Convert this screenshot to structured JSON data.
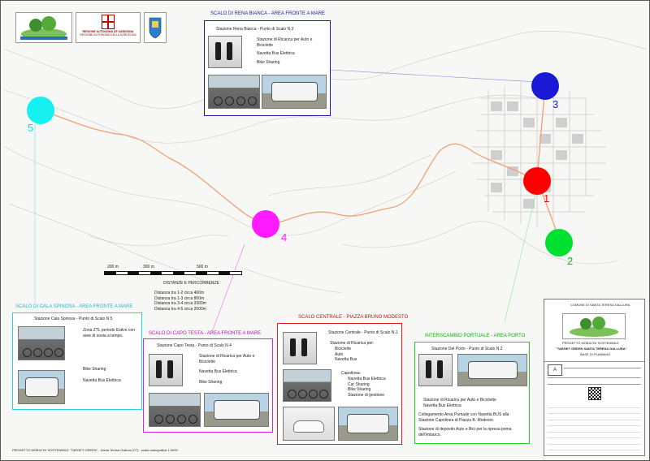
{
  "header_logos": {
    "region_name": "REGIONE AUTONOMA DE SARDIGNA",
    "region_name_it": "REGIONE AUTONOMA DELLA SARDEGNA"
  },
  "stops": [
    {
      "number": "1",
      "color": "#ff0000",
      "title": "SCALO CENTRALE - PIAZZA BRUNO MODESTO"
    },
    {
      "number": "2",
      "color": "#00e030",
      "title": "INTERSCAMBIO PORTUALE - AREA PORTO"
    },
    {
      "number": "3",
      "color": "#1a1ad6",
      "title": "SCALO DI RENA BIANCA - AREA FRONTE A MARE"
    },
    {
      "number": "4",
      "color": "#ff1aff",
      "title": "SCALO DI CAPO TESTA - AREA FRONTE A MARE"
    },
    {
      "number": "5",
      "color": "#17f0f0",
      "title": "SCALO DI CALA SPINOSA - AREA FRONTE A MARE"
    }
  ],
  "scale_bar": {
    "labels": [
      "200 m",
      "300 m",
      "500 m"
    ]
  },
  "distances": {
    "title": "DISTANZE E PERCORRENZE",
    "rows": [
      "Distanza tra 1-2 circa 400m",
      "Distanza tra 1-3 circa 800m",
      "Distanza tra 3-4 circa 3300m",
      "Distanza tra 4-5 circa 2000m"
    ]
  },
  "panel_rena_bianca": {
    "heading": "Stazione Rena Bianca - Punto di Scalo N.3",
    "items": [
      "Stazione di Ricarica per Auto e Biciclette",
      "Navetta Bus Elettrica",
      "Bike Sharing"
    ]
  },
  "panel_cala_spinosa": {
    "heading": "Stazione Cala Spinosa - Punto di Scalo N.5",
    "items": [
      "Zona ZTL periodo Estivo con aree di sosta a tempo.",
      "Bike Sharing",
      "Navetta Bus Elettrica"
    ]
  },
  "panel_capo_testa": {
    "heading": "Stazione Capo Testa - Punto di Scalo N.4",
    "items": [
      "Stazione di Ricarica per Auto e Biciclette",
      "Navetta Bus Elettrica",
      "Bike Sharing"
    ]
  },
  "panel_centrale": {
    "heading": "Stazione Centrale - Punto di Scalo N.1",
    "group1_title": "Stazione di Ricarica per:",
    "group1_items": [
      "Biciclette",
      "Auto",
      "Navetta Bus"
    ],
    "group2_title": "Capolinea:",
    "group2_items": [
      "Navetta Bus Elettrica",
      "Car Sharing",
      "Bike Sharing",
      "Stazione di gestione"
    ]
  },
  "panel_porto": {
    "heading": "Stazione Del Porto - Punto di Scalo N.2",
    "items": [
      "Stazione di Ricarica per Auto e Biciclette",
      "Navetta Bus Elettrica"
    ],
    "note1": "Collegamento Area Portuale con Navetta BUS alla Stazione Capolinea di Piazza B. Modesto.",
    "note2": "Stazione di deposito Auto e Bici per la ripresa prima dell'imbarco."
  },
  "title_block": {
    "municipality": "COMUNE DI SANTA TERESA GALLURA",
    "project": "PROGETTO MOBILITA' SOSTENIBILE",
    "motto": "\"TARGET GREEN SANTA TERESA GALLURA\"",
    "phase": "BASE DI PLANNING",
    "sheet": "A"
  },
  "footer": "PROGETTO MOBILITA' SOSTENIBILE \"TARGET GREEN\" - Santa Teresa Gallura (OT) - scala cartografica 1:5000",
  "colors": {
    "route": "#f0a070",
    "panel_blue": "#1c1ca8",
    "panel_magenta": "#e020e0",
    "panel_red": "#e02020",
    "panel_green": "#20d020",
    "panel_cyan": "#20d8e0"
  }
}
